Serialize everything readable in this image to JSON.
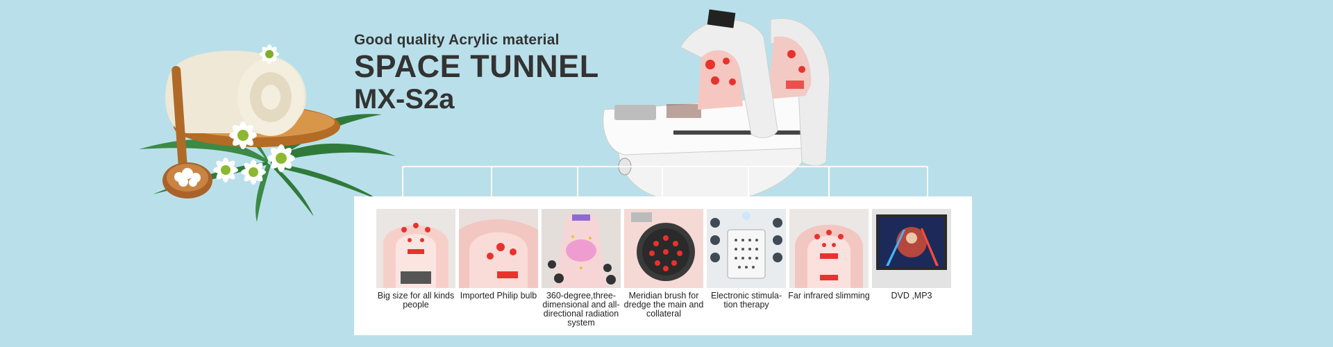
{
  "headline": {
    "subtitle": "Good quality Acrylic material",
    "title_line1": "SPACE TUNNEL",
    "title_line2": "MX-S2a"
  },
  "features": [
    {
      "id": "big-size",
      "caption": "Big size for all kinds people"
    },
    {
      "id": "philip-bulb",
      "caption": "Imported Philip bulb"
    },
    {
      "id": "radiation",
      "caption": "360-degree,three-dimensional and all-directional radiation system"
    },
    {
      "id": "meridian-brush",
      "caption": "Meridian brush for dredge the main and collateral"
    },
    {
      "id": "electronic-stimulation",
      "caption": "Electronic stimula-tion therapy"
    },
    {
      "id": "far-infrared",
      "caption": "Far infrared slimming"
    },
    {
      "id": "dvd-mp3",
      "caption": "DVD ,MP3"
    }
  ],
  "colors": {
    "background": "#b9e0ea",
    "text": "#333333",
    "panel": "#ffffff",
    "connector": "#ffffff",
    "led_red": "#e8322e"
  },
  "icons": [
    "towel-icon",
    "wooden-spoon-icon",
    "daisy-flower-icon",
    "palm-leaf-icon",
    "spa-capsule-icon"
  ]
}
